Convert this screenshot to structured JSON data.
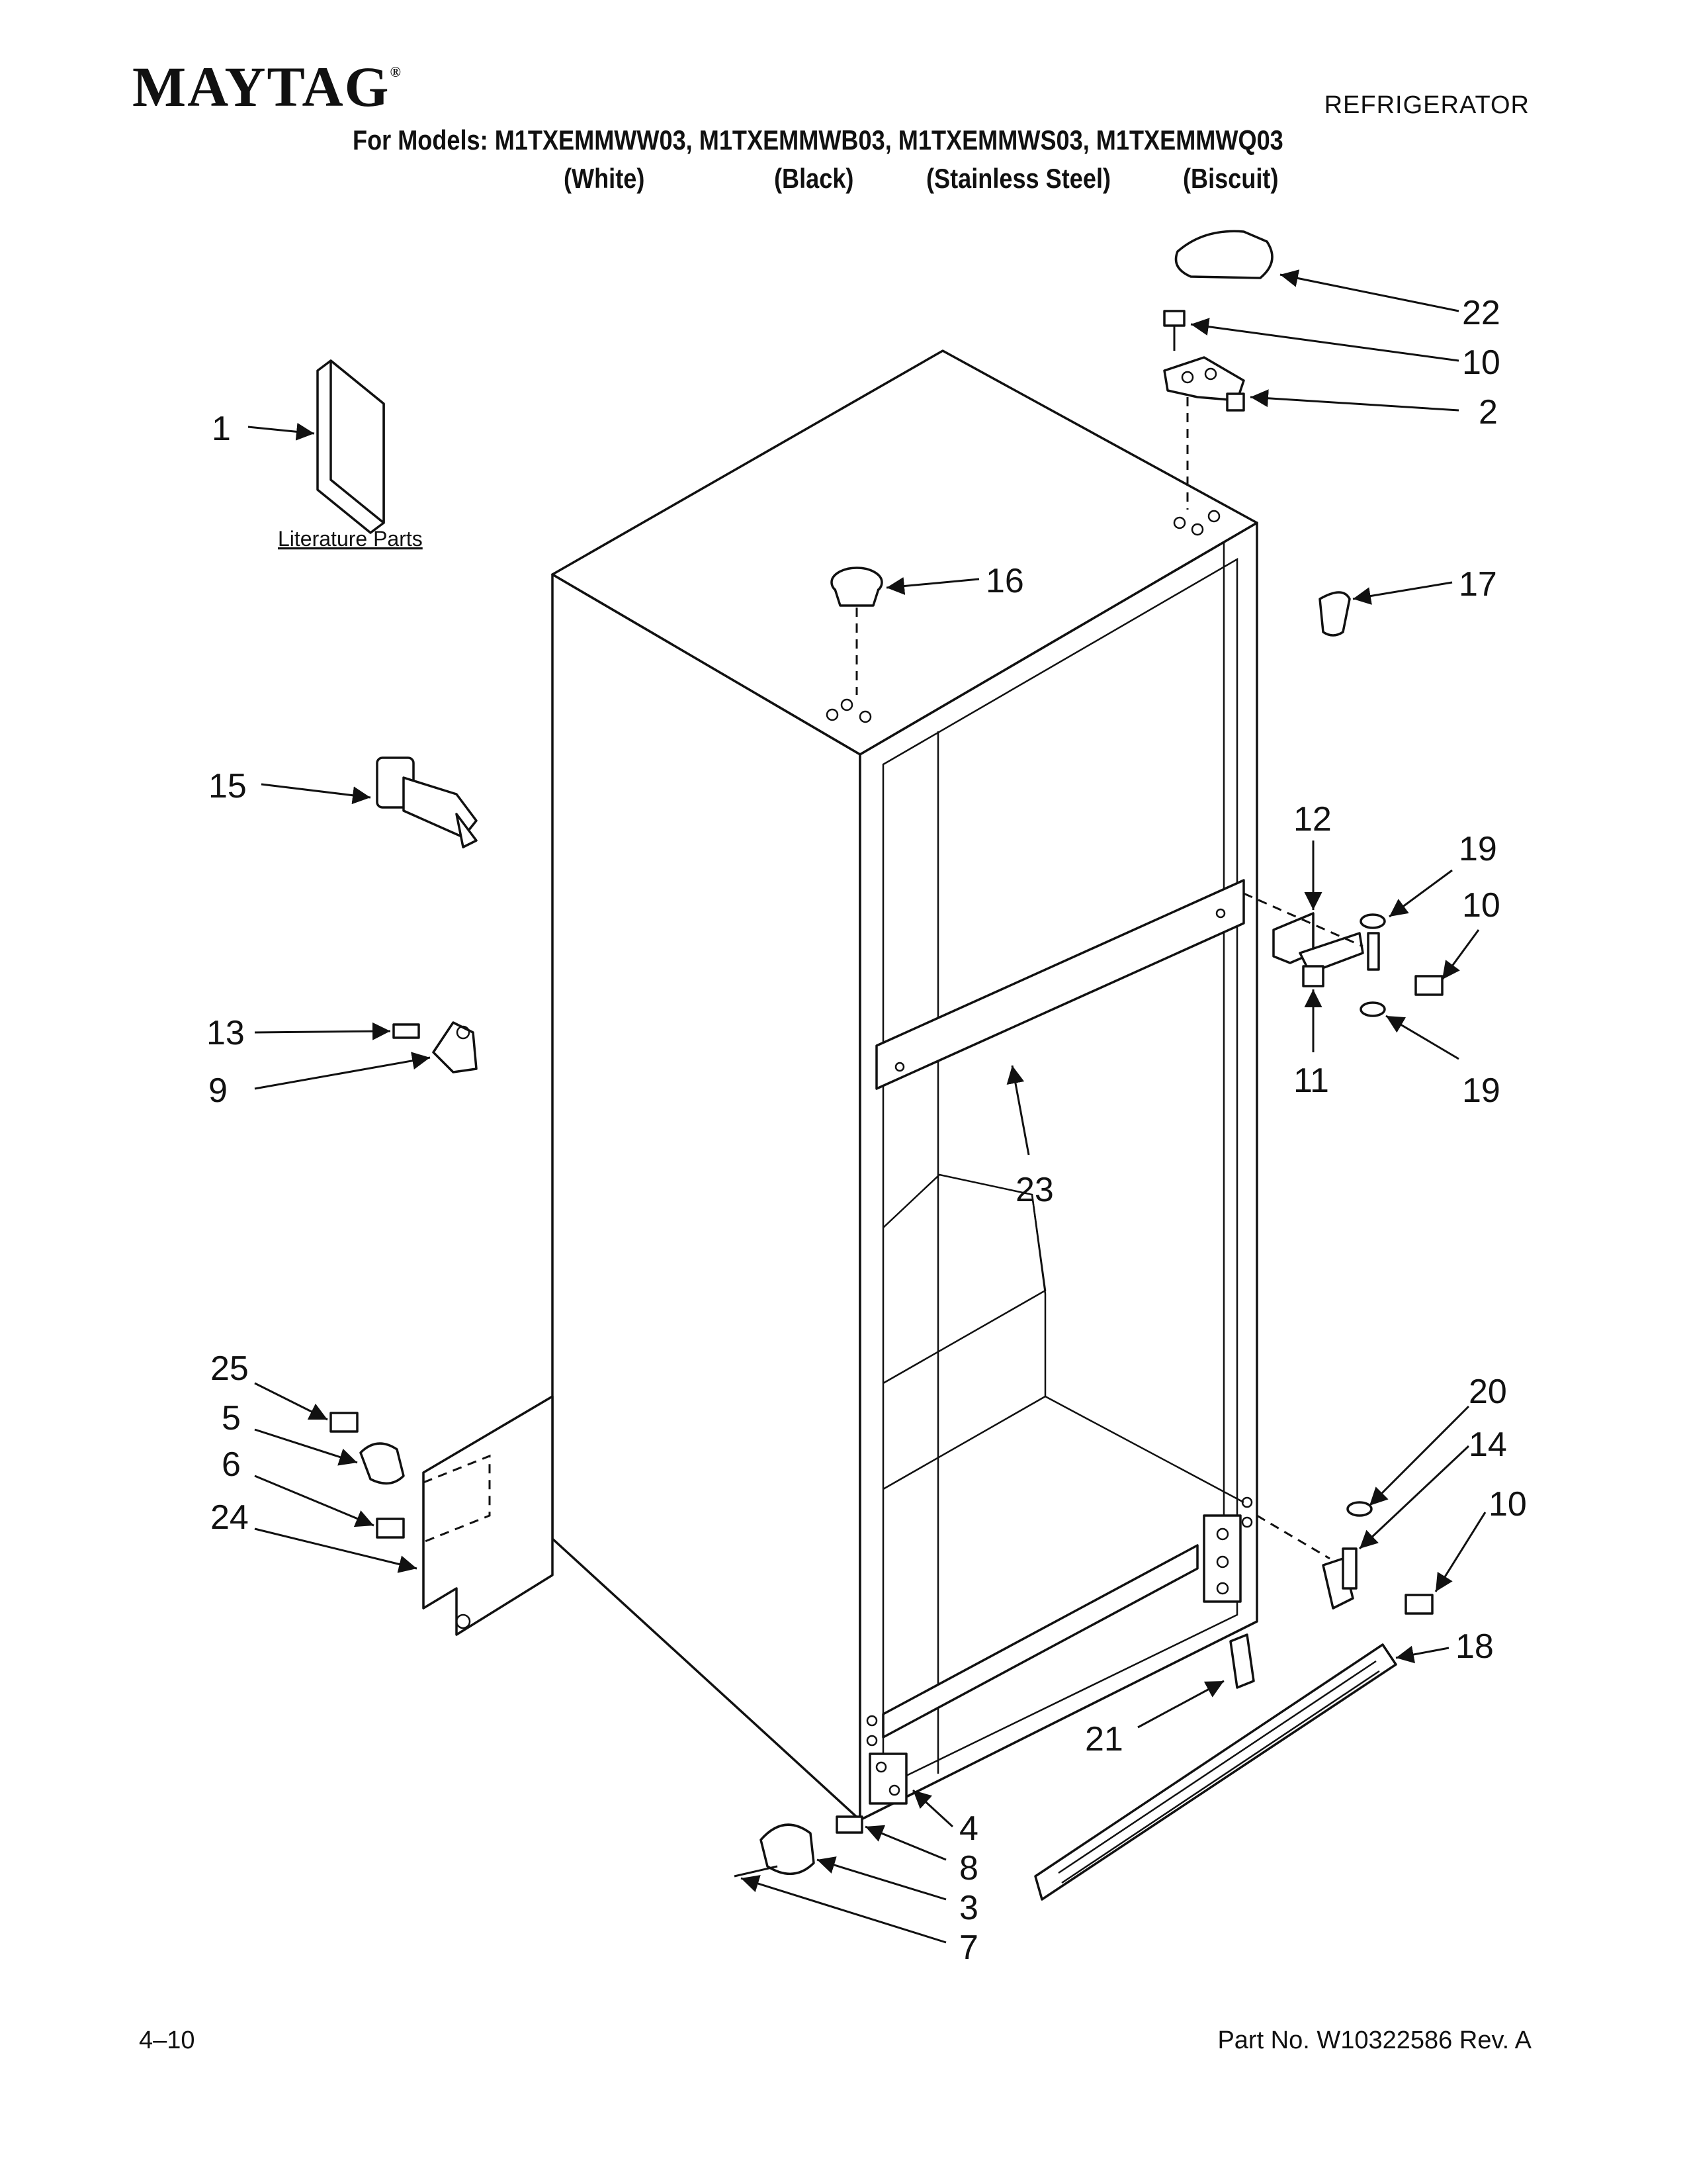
{
  "header": {
    "brand": "MAYTAG",
    "brand_mark": "®",
    "product": "REFRIGERATOR",
    "models_line": "For Models: M1TXEMMWW03, M1TXEMMWB03, M1TXEMMWS03, M1TXEMMWQ03",
    "colors": [
      "(White)",
      "(Black)",
      "(Stainless Steel)",
      "(Biscuit)"
    ]
  },
  "diagram": {
    "literature_label": "Literature Parts",
    "callouts": {
      "c1": "1",
      "c2": "2",
      "c3": "3",
      "c4": "4",
      "c5": "5",
      "c6": "6",
      "c7": "7",
      "c8": "8",
      "c9": "9",
      "c10a": "10",
      "c10b": "10",
      "c10c": "10",
      "c11": "11",
      "c12": "12",
      "c13": "13",
      "c14": "14",
      "c15": "15",
      "c16": "16",
      "c17": "17",
      "c18": "18",
      "c19a": "19",
      "c19b": "19",
      "c20": "20",
      "c21": "21",
      "c22": "22",
      "c23": "23",
      "c24": "24",
      "c25": "25"
    }
  },
  "footer": {
    "page": "4–10",
    "part_no": "Part No. W10322586 Rev. A"
  }
}
